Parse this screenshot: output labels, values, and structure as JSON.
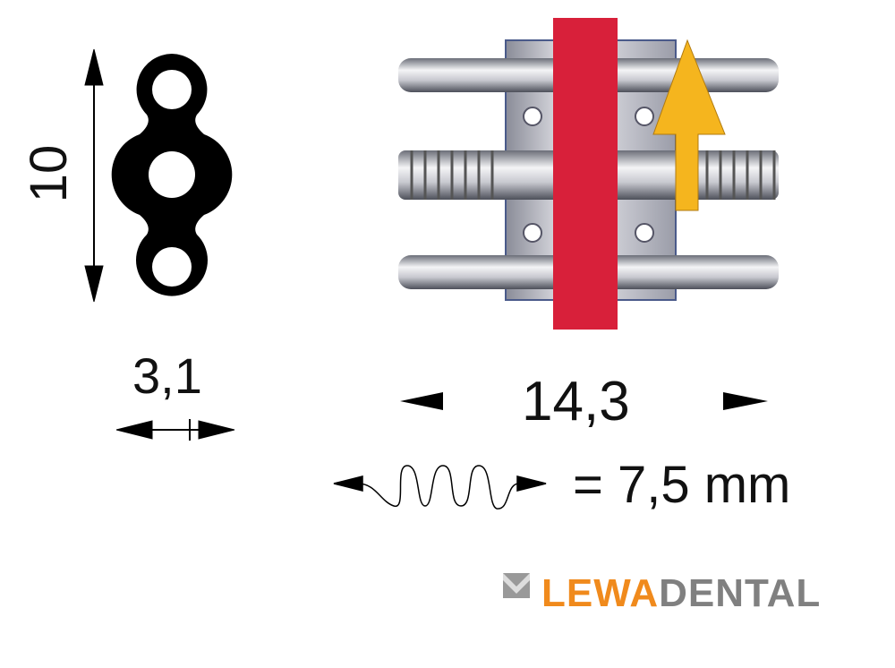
{
  "plate": {
    "height_label": "10",
    "width_label": "3,1"
  },
  "screw": {
    "width_label": "14,3"
  },
  "spring": {
    "equation_label": "= 7,5 mm"
  },
  "logo": {
    "part1": "LEWA",
    "part2": "DENTAL"
  },
  "colors": {
    "red": "#d8203a",
    "yellow": "#f5b51e",
    "orange": "#f08a1c",
    "gray": "#808080"
  }
}
